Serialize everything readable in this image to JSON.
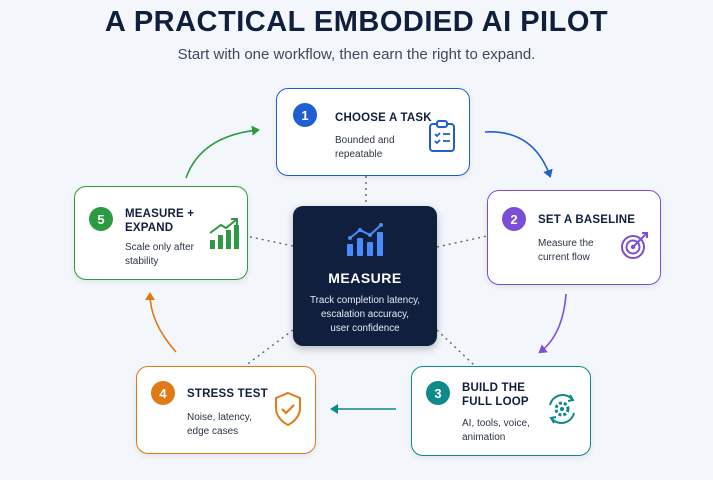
{
  "header": {
    "title": "A PRACTICAL EMBODIED AI PILOT",
    "subtitle": "Start with one workflow, then earn the right to expand."
  },
  "center": {
    "title": "MEASURE",
    "lines": [
      "Track completion latency,",
      "escalation accuracy,",
      "user confidence"
    ],
    "icon": "bar-chart-trend-icon"
  },
  "steps": [
    {
      "number": "1",
      "title_lines": [
        "CHOOSE A TASK"
      ],
      "desc_lines": [
        "Bounded and",
        "repeatable"
      ],
      "icon": "clipboard-checklist-icon",
      "color": "#1f5fd1"
    },
    {
      "number": "2",
      "title_lines": [
        "SET A BASELINE"
      ],
      "desc_lines": [
        "Measure the",
        "current flow"
      ],
      "icon": "target-icon",
      "color": "#7a4fd6"
    },
    {
      "number": "3",
      "title_lines": [
        "BUILD THE",
        "FULL LOOP"
      ],
      "desc_lines": [
        "AI, tools, voice,",
        "animation"
      ],
      "icon": "gear-cycle-icon",
      "color": "#0e8a8a"
    },
    {
      "number": "4",
      "title_lines": [
        "STRESS TEST"
      ],
      "desc_lines": [
        "Noise, latency,",
        "edge cases"
      ],
      "icon": "shield-check-icon",
      "color": "#e07a16"
    },
    {
      "number": "5",
      "title_lines": [
        "MEASURE +",
        "EXPAND"
      ],
      "desc_lines": [
        "Scale only after",
        "stability"
      ],
      "icon": "growth-bars-icon",
      "color": "#2b9a42"
    }
  ]
}
